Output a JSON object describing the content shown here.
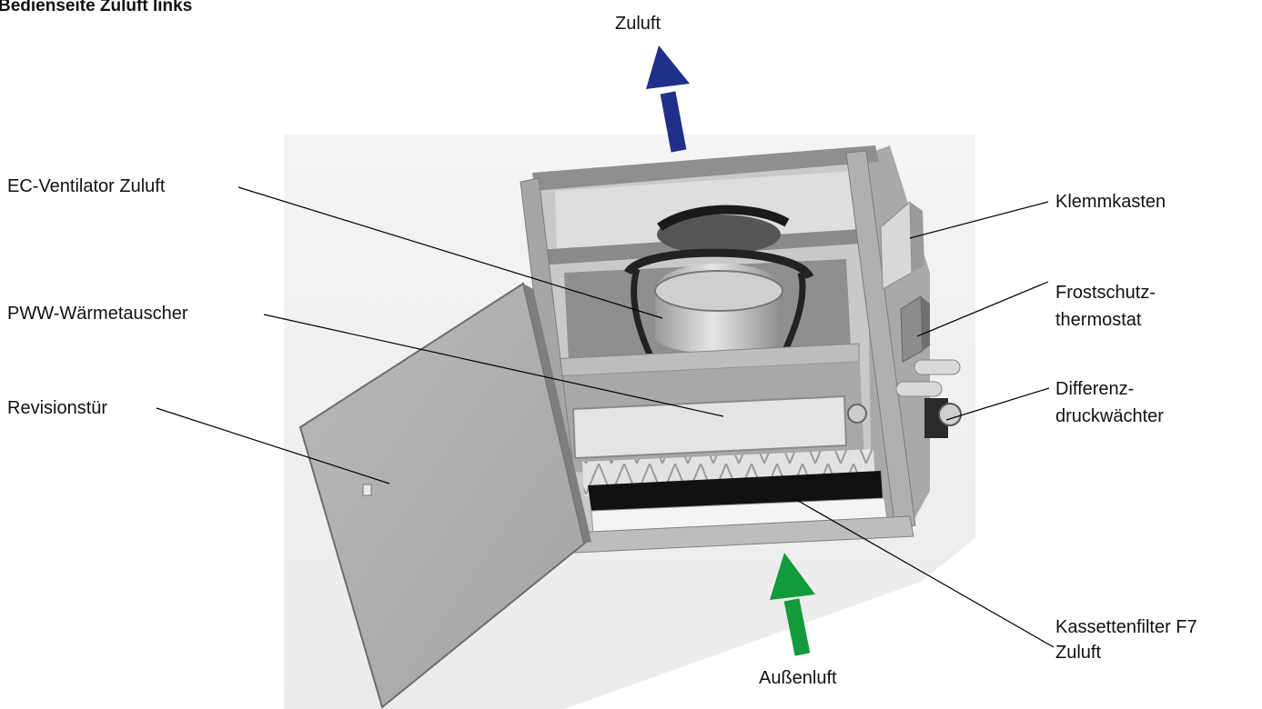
{
  "title": "Bedienseite Zuluft links",
  "arrows": {
    "top": {
      "label": "Zuluft",
      "color": "#1f2f8a"
    },
    "bottom": {
      "label": "Außenluft",
      "color": "#139a3c"
    }
  },
  "labels": {
    "ec_fan": "EC-Ventilator Zuluft",
    "heat_exchanger": "PWW-Wärmetauscher",
    "door": "Revisionstür",
    "terminal_box": "Klemmkasten",
    "frost_1": "Frostschutz-",
    "frost_2": "thermostat",
    "diff_1": "Differenz-",
    "diff_2": "druckwächter",
    "filter_1": "Kassettenfilter F7",
    "filter_2": "Zuluft"
  }
}
